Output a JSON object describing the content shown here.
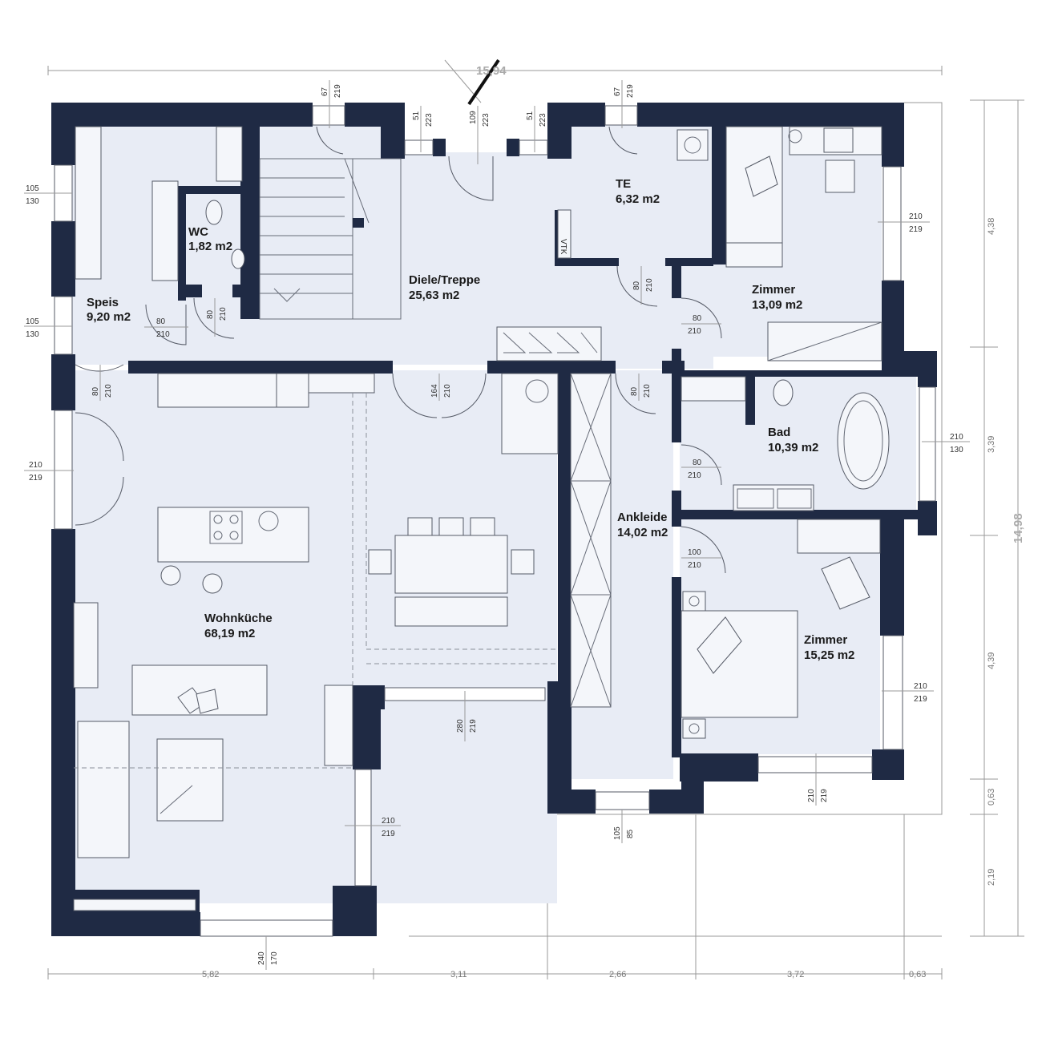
{
  "plan": {
    "overall_top": "15,94",
    "overall_right": "14,98",
    "colors": {
      "wall": "#1f2a44",
      "floor": "#e8ecf5"
    }
  },
  "rooms": {
    "speis": {
      "name": "Speis",
      "area": "9,20 m2"
    },
    "wc": {
      "name": "WC",
      "area": "1,82 m2"
    },
    "diele": {
      "name": "Diele/Treppe",
      "area": "25,63 m2"
    },
    "te": {
      "name": "TE",
      "area": "6,32 m2"
    },
    "zimmer1": {
      "name": "Zimmer",
      "area": "13,09 m2"
    },
    "bad": {
      "name": "Bad",
      "area": "10,39 m2"
    },
    "ankleide": {
      "name": "Ankleide",
      "area": "14,02 m2"
    },
    "zimmer2": {
      "name": "Zimmer",
      "area": "15,25 m2"
    },
    "wohnkueche": {
      "name": "Wohnküche",
      "area": "68,19 m2"
    }
  },
  "labels": {
    "vtk": "VTK"
  },
  "bottom_dims": [
    "5,82",
    "3,11",
    "2,66",
    "3,72",
    "0,63"
  ],
  "right_dims": [
    "4,38",
    "3,39",
    "4,39",
    "0,63",
    "2,19"
  ],
  "openings": {
    "speis_win1": [
      "105",
      "130"
    ],
    "speis_win2": [
      "105",
      "130"
    ],
    "speis_door": [
      "80",
      "210"
    ],
    "wc_door": [
      "80",
      "210"
    ],
    "entry_door": [
      "80",
      "210"
    ],
    "kitchen_door": [
      "210",
      "219"
    ],
    "top_win1": [
      "67",
      "219"
    ],
    "top_left_side": [
      "51",
      "223"
    ],
    "top_entry": [
      "109",
      "223"
    ],
    "top_right_side": [
      "51",
      "223"
    ],
    "top_win2": [
      "67",
      "219"
    ],
    "te_door": [
      "80",
      "210"
    ],
    "zimmer1_door": [
      "80",
      "210"
    ],
    "zimmer1_win": [
      "210",
      "219"
    ],
    "diele_door": [
      "164",
      "210"
    ],
    "ankleide_door": [
      "80",
      "210"
    ],
    "bad_door": [
      "80",
      "210"
    ],
    "bad_win": [
      "210",
      "130"
    ],
    "zimmer2_door": [
      "100",
      "210"
    ],
    "zimmer2_win": [
      "210",
      "219"
    ],
    "zimmer2_bottom_win": [
      "210",
      "219"
    ],
    "wohn_terrace": [
      "280",
      "219"
    ],
    "wohn_side_win": [
      "210",
      "219"
    ],
    "wohn_bottom_win": [
      "240",
      "170"
    ],
    "ankleide_win": [
      "105",
      "85"
    ]
  }
}
